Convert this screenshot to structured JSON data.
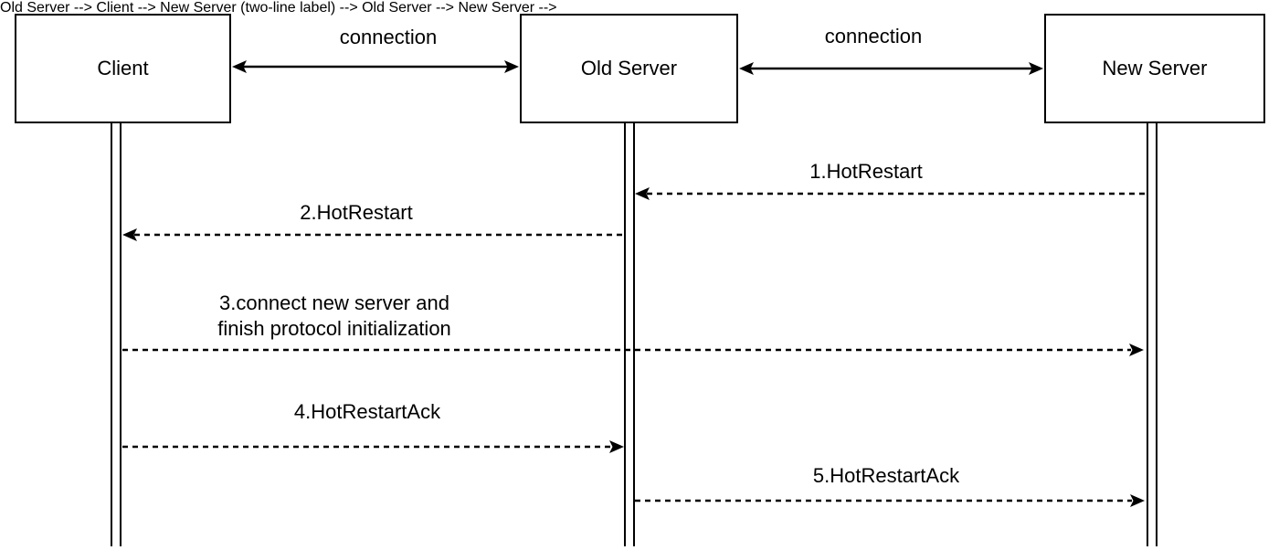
{
  "actors": [
    {
      "name": "Client"
    },
    {
      "name": "Old Server"
    },
    {
      "name": "New Server"
    }
  ],
  "connections": [
    {
      "label": "connection",
      "from": "Client",
      "to": "Old Server",
      "direction": "bidirectional"
    },
    {
      "label": "connection",
      "from": "Old Server",
      "to": "New Server",
      "direction": "bidirectional"
    }
  ],
  "messages": [
    {
      "label": "1.HotRestart",
      "from": "New Server",
      "to": "Old Server"
    },
    {
      "label": "2.HotRestart",
      "from": "Old Server",
      "to": "Client"
    },
    {
      "label": "3.connect new server and finish protocol initialization",
      "label_lines": [
        "3.connect new server and",
        "finish protocol initialization"
      ],
      "from": "Client",
      "to": "New Server"
    },
    {
      "label": "4.HotRestartAck",
      "from": "Client",
      "to": "Old Server"
    },
    {
      "label": "5.HotRestartAck",
      "from": "Old Server",
      "to": "New Server"
    }
  ],
  "colors": {
    "background": "#ffffff",
    "line": "#000000",
    "text": "#000000",
    "box_fill": "#ffffff"
  }
}
